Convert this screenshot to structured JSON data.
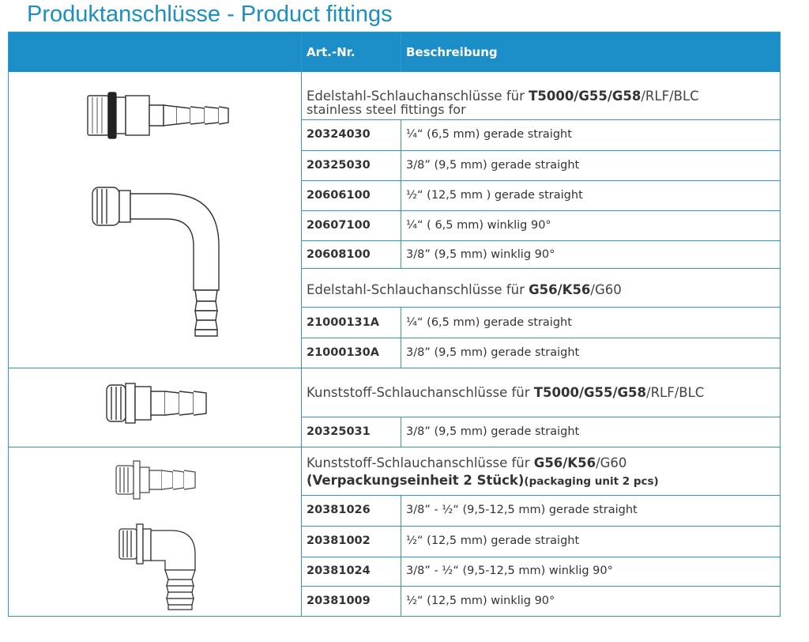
{
  "title": "Produktanschlüsse - Product fittings",
  "header": {
    "art_nr": "Art.-Nr.",
    "beschreibung": "Beschreibung"
  },
  "sections": [
    {
      "lines": [
        {
          "prefix": "Edelstahl-Schlauchanschlüsse für ",
          "bold": "T5000/G55/G58",
          "suffix": "/RLF/BLC"
        },
        {
          "text": "stainless steel fittings for"
        }
      ],
      "rows": [
        {
          "art": "20324030",
          "desc": "¼“ (6,5 mm) gerade  straight"
        },
        {
          "art": "20325030",
          "desc": "3/8” (9,5 mm) gerade  straight"
        },
        {
          "art": "20606100",
          "desc": "½“ (12,5 mm ) gerade straight"
        },
        {
          "art": "20607100",
          "desc": "¼“ ( 6,5 mm) winklig  90°"
        },
        {
          "art": "20608100",
          "desc": "3/8” (9,5 mm) winklig  90°"
        }
      ]
    },
    {
      "lines": [
        {
          "prefix": "Edelstahl-Schlauchanschlüsse für ",
          "bold": "G56/K56",
          "suffix": "/G60"
        }
      ],
      "rows": [
        {
          "art": "21000131A",
          "desc": "¼“ (6,5 mm) gerade  straight"
        },
        {
          "art": "21000130A",
          "desc": "3/8” (9,5 mm) gerade  straight"
        }
      ]
    },
    {
      "lines": [
        {
          "prefix": "Kunststoff-Schlauchanschlüsse für ",
          "bold": "T5000/G55/G58",
          "suffix": "/RLF/BLC"
        }
      ],
      "rows": [
        {
          "art": "20325031",
          "desc": "3/8” (9,5 mm) gerade  straight"
        }
      ]
    },
    {
      "lines": [
        {
          "prefix": "Kunststoff-Schlauchanschlüsse für ",
          "bold": "G56/K56",
          "suffix": "/G60"
        },
        {
          "bold_big": "(Verpackungseinheit 2 Stück)",
          "small": "(packaging unit 2 pcs)"
        }
      ],
      "rows": [
        {
          "art": "20381026",
          "desc": "3/8” - ½“ (9,5-12,5 mm) gerade  straight"
        },
        {
          "art": "20381002",
          "desc": "½“ (12,5 mm) gerade  straight"
        },
        {
          "art": "20381024",
          "desc": "3/8” - ½“ (9,5-12,5 mm) winklig  90°"
        },
        {
          "art": "20381009",
          "desc": "½“ (12,5 mm) winklig  90°"
        }
      ]
    }
  ],
  "icons": [
    "straight-steel-fitting-icon",
    "elbow-steel-fitting-icon",
    "straight-plastic-fitting-icon",
    "small-straight-plastic-fitting-icon",
    "plastic-elbow-fitting-icon"
  ],
  "colors": {
    "accent": "#1b8ec7",
    "title": "#1a8fc4",
    "border": "#2f9ac8"
  }
}
